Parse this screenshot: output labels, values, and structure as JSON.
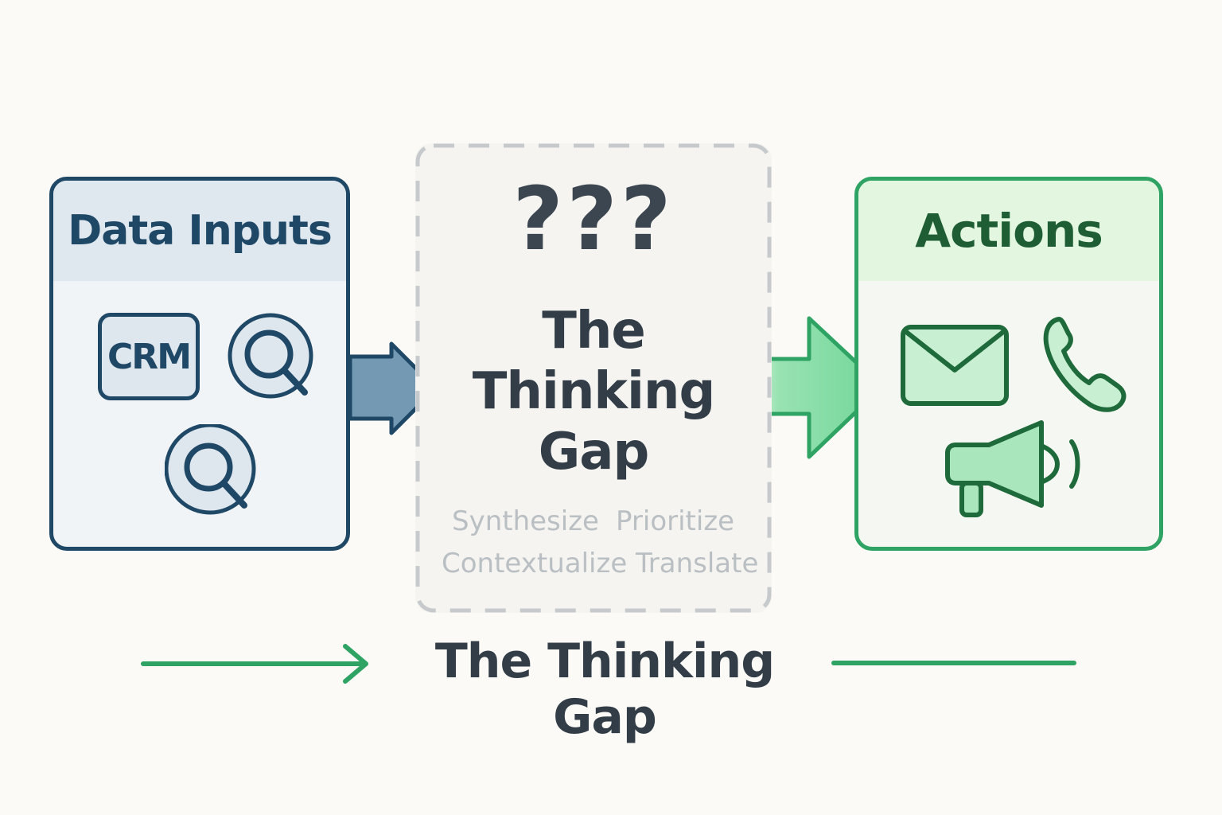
{
  "inputs": {
    "title": "Data Inputs",
    "crm_label": "CRM",
    "color": "#1f4766"
  },
  "gap": {
    "qmarks": "???",
    "title_line1": "The",
    "title_line2": "Thinking",
    "title_line3": "Gap",
    "words": [
      "Synthesize",
      "Prioritize",
      "Contextualize",
      "Translate"
    ]
  },
  "actions": {
    "title": "Actions",
    "color": "#2ea363",
    "icons": [
      "mail-icon",
      "phone-icon",
      "megaphone-icon"
    ]
  },
  "footer": {
    "label": "The Thinking Gap"
  }
}
